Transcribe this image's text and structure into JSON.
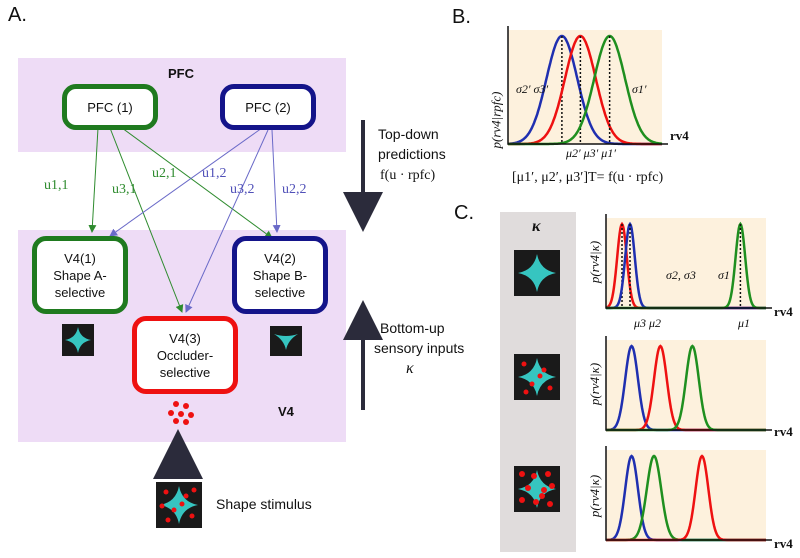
{
  "panels": {
    "a": "A.",
    "b": "B.",
    "c": "C."
  },
  "panel_a": {
    "pfc_label": "PFC",
    "v4_label": "V4",
    "pfc1": "PFC (1)",
    "pfc2": "PFC (2)",
    "v4_1_line1": "V4(1)",
    "v4_1_line2": "Shape A-",
    "v4_1_line3": "selective",
    "v4_2_line1": "V4(2)",
    "v4_2_line2": "Shape B-",
    "v4_2_line3": "selective",
    "v4_3_line1": "V4(3)",
    "v4_3_line2": "Occluder-",
    "v4_3_line3": "selective",
    "weights": {
      "u11": "u1,1",
      "u31": "u3,1",
      "u21": "u2,1",
      "u12": "u1,2",
      "u32": "u3,2",
      "u22": "u2,2"
    },
    "topdown_line1": "Top-down",
    "topdown_line2": "predictions",
    "topdown_formula": "f(u · rpfc)",
    "bottomup_line1": "Bottom-up",
    "bottomup_line2": "sensory inputs",
    "bottomup_symbol": "κ",
    "stimulus_label": "Shape stimulus"
  },
  "panel_b": {
    "ylabel": "p(rv4|rpfc)",
    "xlabel": "rv4",
    "sigma_left": "σ2′ σ3′",
    "sigma_right": "σ1′",
    "mu_labels": "μ2′ μ3′ μ1′",
    "equation": "[μ1′, μ2′, μ3′]T= f(u · rpfc)"
  },
  "panel_c": {
    "kappa": "κ",
    "ylabel": "p(rv4|κ)",
    "xlabel": "rv4",
    "sigma_left": "σ2, σ3",
    "sigma_right": "σ1",
    "mu_labels_left": "μ3 μ2",
    "mu_label_right": "μ1"
  },
  "colors": {
    "green": "#1f7a1f",
    "blue": "#14148a",
    "red": "#ee1111",
    "pfc_band": "#eedcf6",
    "plot_bg": "#fdf1dd",
    "kappa_bg": "#e0dcdc",
    "shape": "#36c5c0"
  },
  "chart_data": [
    {
      "type": "line",
      "title": "",
      "xlabel": "rv4",
      "ylabel": "p(rv4|rpfc)",
      "series": [
        {
          "name": "",
          "color": "blue",
          "mean": 0.35,
          "sd": 0.1
        },
        {
          "name": "",
          "color": "red",
          "mean": 0.47,
          "sd": 0.1
        },
        {
          "name": "",
          "color": "green",
          "mean": 0.66,
          "sd": 0.1
        }
      ]
    },
    {
      "type": "line",
      "xlabel": "rv4",
      "ylabel": "p(rv4|κ)",
      "series": [
        {
          "name": "",
          "color": "red",
          "mean": 0.1,
          "sd": 0.03
        },
        {
          "name": "",
          "color": "blue",
          "mean": 0.15,
          "sd": 0.03
        },
        {
          "name": "",
          "color": "green",
          "mean": 0.84,
          "sd": 0.03
        }
      ]
    },
    {
      "type": "line",
      "xlabel": "rv4",
      "ylabel": "p(rv4|κ)",
      "series": [
        {
          "name": "",
          "color": "blue",
          "mean": 0.16,
          "sd": 0.04
        },
        {
          "name": "",
          "color": "red",
          "mean": 0.34,
          "sd": 0.04
        },
        {
          "name": "",
          "color": "green",
          "mean": 0.54,
          "sd": 0.04
        }
      ]
    },
    {
      "type": "line",
      "xlabel": "rv4",
      "ylabel": "p(rv4|κ)",
      "series": [
        {
          "name": "",
          "color": "blue",
          "mean": 0.16,
          "sd": 0.04
        },
        {
          "name": "",
          "color": "green",
          "mean": 0.3,
          "sd": 0.045
        },
        {
          "name": "",
          "color": "red",
          "mean": 0.6,
          "sd": 0.04
        }
      ]
    }
  ]
}
